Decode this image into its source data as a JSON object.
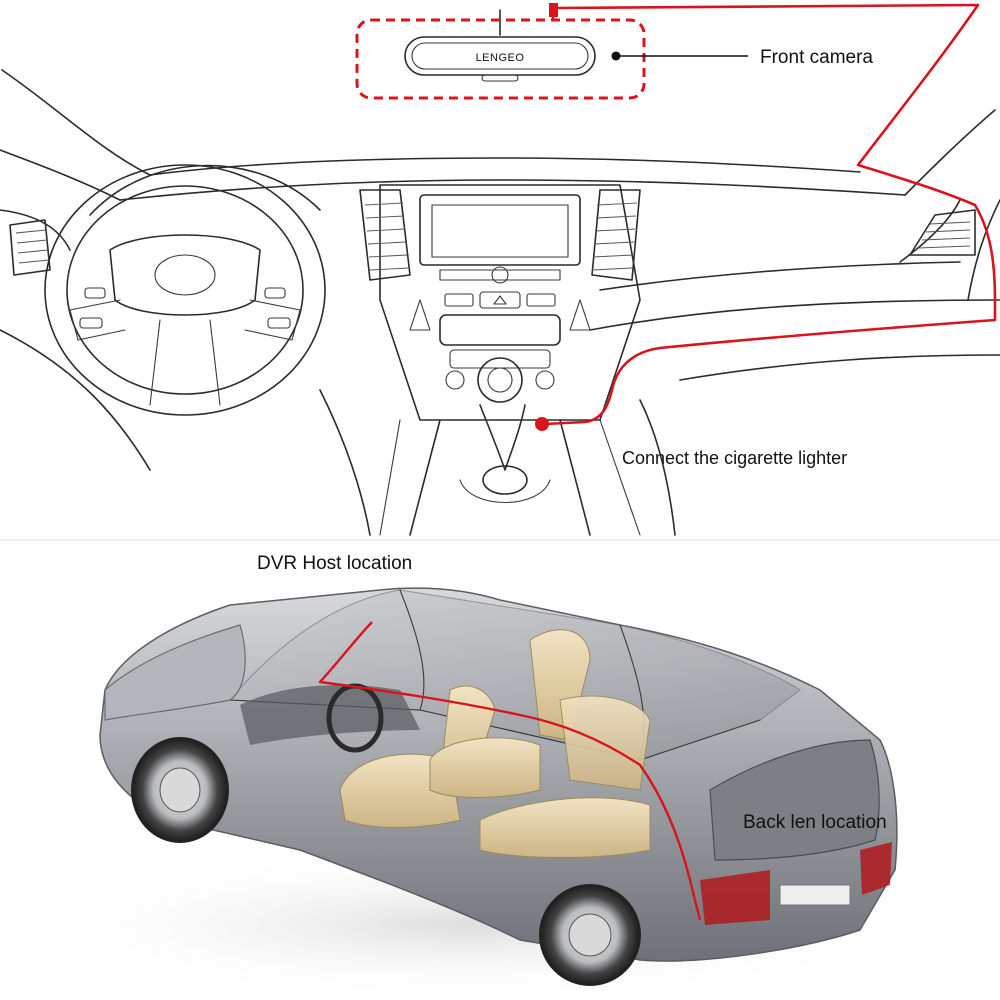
{
  "mirror_brand": "LENGEO",
  "labels": {
    "front_camera": "Front camera",
    "cigarette_lighter": "Connect the cigarette lighter",
    "dvr_host": "DVR Host location",
    "back_lens": "Back len location"
  },
  "colors": {
    "wire": "#d8141c",
    "outline": "#2b2b2b",
    "car_body": "#9b9ea3",
    "seat": "#e6d3a8"
  }
}
